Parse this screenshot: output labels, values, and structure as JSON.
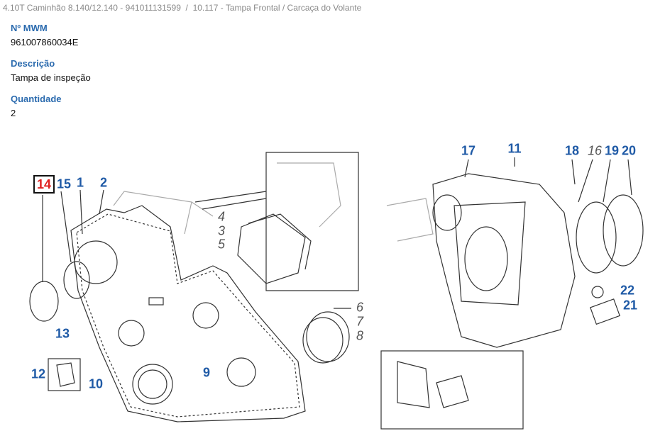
{
  "breadcrumb": {
    "model": "4.10T Caminhão 8.140/12.140 - 941011131599",
    "separator": "/",
    "section": "10.117 - Tampa Frontal / Carcaça do Volante"
  },
  "part": {
    "number_label": "Nº MWM",
    "number": "961007860034E",
    "description_label": "Descrição",
    "description": "Tampa de inspeção",
    "quantity_label": "Quantidade",
    "quantity": "2"
  },
  "diagram": {
    "selected": "14",
    "callouts": [
      "14",
      "15",
      "1",
      "2",
      "13",
      "12",
      "10",
      "9",
      "4",
      "3",
      "5",
      "6",
      "7",
      "8",
      "17",
      "11",
      "18",
      "16",
      "19",
      "20",
      "22",
      "21"
    ],
    "colors": {
      "callout": "#1f5aa6",
      "selected": "#e02020",
      "secondary": "#555555"
    }
  }
}
